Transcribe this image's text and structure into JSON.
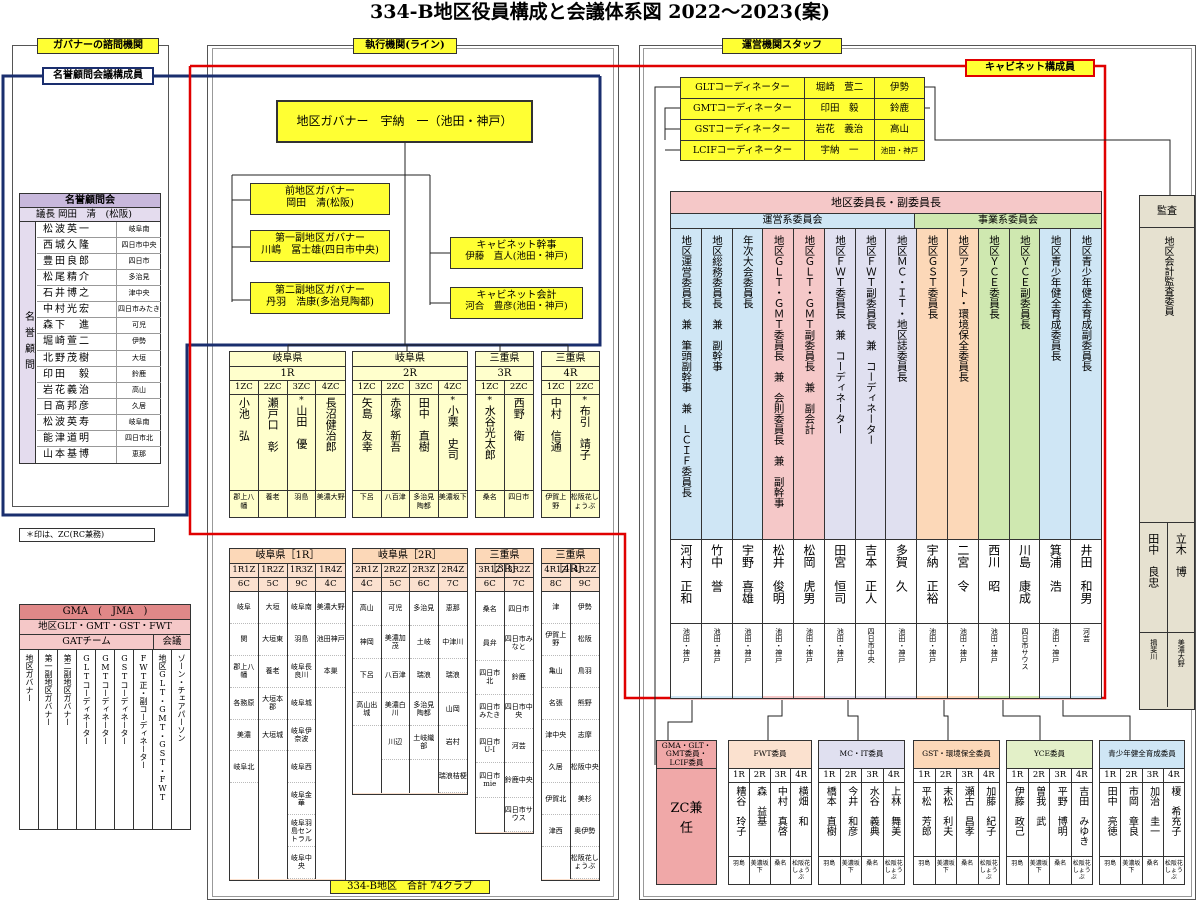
{
  "title": "334-B地区役員構成と会議体系図 2022～2023(案)",
  "headers": {
    "advisory": "ガバナーの諮問機関",
    "line": "執行機関(ライン)",
    "staff": "運営機関スタッフ",
    "cabinet": "キャビネット構成員"
  },
  "honor_council_label": "名誉顧問会議構成員",
  "governor": "地区ガバナー　宇納　一（池田・神戸）",
  "past_governor": {
    "title": "前地区ガバナー",
    "name": "岡田　清(松阪)"
  },
  "vdg1": {
    "title": "第一副地区ガバナー",
    "name": "川嶋　冨士雄(四日市中央)"
  },
  "vdg2": {
    "title": "第二副地区ガバナー",
    "name": "丹羽　浩康(多治見陶都)"
  },
  "secretary": {
    "title": "キャビネット幹事",
    "name": "伊藤　直人(池田・神戸)"
  },
  "treasurer": {
    "title": "キャビネット会計",
    "name": "河合　豊彦(池田・神戸)"
  },
  "honorary": {
    "title": "名誉顧問会",
    "chair": "議長 岡田　清　(松阪)",
    "side_label": "名誉顧問",
    "members": [
      {
        "name": "松波英一",
        "club": "岐阜南"
      },
      {
        "name": "西城久隆",
        "club": "四日市中央"
      },
      {
        "name": "豊田良郎",
        "club": "四日市"
      },
      {
        "name": "松尾精介",
        "club": "多治見"
      },
      {
        "name": "石井博之",
        "club": "津中央"
      },
      {
        "name": "中村光宏",
        "club": "四日市みたき"
      },
      {
        "name": "森下　進",
        "club": "可児"
      },
      {
        "name": "堀崎萱二",
        "club": "伊勢"
      },
      {
        "name": "北野茂樹",
        "club": "大垣"
      },
      {
        "name": "印田　毅",
        "club": "鈴鹿"
      },
      {
        "name": "岩花義治",
        "club": "高山"
      },
      {
        "name": "日高邦彦",
        "club": "久居"
      },
      {
        "name": "松波英寿",
        "club": "岐阜南"
      },
      {
        "name": "能津道明",
        "club": "四日市北"
      },
      {
        "name": "山本基博",
        "club": "恵那"
      }
    ]
  },
  "zc_note": "＊印は、ZC(RC兼務)",
  "coordinators": [
    {
      "role": "GLTコーディネーター",
      "name": "堀崎　萱二",
      "club": "伊勢"
    },
    {
      "role": "GMTコーディネーター",
      "name": "印田　毅",
      "club": "鈴鹿"
    },
    {
      "role": "GSTコーディネーター",
      "name": "岩花　義治",
      "club": "高山"
    },
    {
      "role": "LCIFコーディネーター",
      "name": "宇納　一",
      "club": "池田・神戸"
    }
  ],
  "committee": {
    "title": "地区委員長・副委員長",
    "ops": "運営系委員会",
    "biz": "事業系委員会",
    "cols": [
      {
        "role": "地区運営委員長　兼　筆頭副幹事　兼　ＬＣＩＦ委員長",
        "name": "河村　正和",
        "club": "池田・神戸"
      },
      {
        "role": "地区総務委員長　兼　副幹事",
        "name": "竹中　誉",
        "club": "池田・神戸"
      },
      {
        "role": "年次大会委員長",
        "name": "宇野　喜雄",
        "club": "池田・神戸"
      },
      {
        "role": "地区ＧＬＴ・ＧＭＴ委員長　兼　会則委員長　兼　副幹事",
        "name": "松井　俊明",
        "club": "池田・神戸"
      },
      {
        "role": "地区ＧＬＴ・ＧＭＴ副委員長　兼　副会計",
        "name": "松岡　虎男",
        "club": "池田・神戸"
      },
      {
        "role": "地区ＦＷＴ委員長　兼　コーディネーター",
        "name": "田宮　恒司",
        "club": "池田・神戸"
      },
      {
        "role": "地区ＦＷＴ副委員長　兼　コーディネーター",
        "name": "吉本　正人",
        "club": "四日市中央"
      },
      {
        "role": "地区ＭＣ・ＩＴ・地区誌委員長",
        "name": "多賀　久",
        "club": "池田・神戸"
      },
      {
        "role": "地区ＧＳＴ委員長",
        "name": "宇納　正裕",
        "club": "池田・神戸"
      },
      {
        "role": "地区アラート・環境保全委員長",
        "name": "二宮　令",
        "club": "池田・神戸"
      },
      {
        "role": "地区ＹＣＥ委員長",
        "name": "西川　昭",
        "club": "池田・神戸"
      },
      {
        "role": "地区ＹＣＥ副委員長",
        "name": "川島　康成",
        "club": "四日市サウス"
      },
      {
        "role": "地区青少年健全育成委員長",
        "name": "箕浦　浩",
        "club": "池田・神戸"
      },
      {
        "role": "地区青少年健全育成副委員長",
        "name": "井田　和男",
        "club": "河芸"
      }
    ]
  },
  "audit": {
    "title": "監査",
    "role": "地区会計監査委員",
    "names": [
      "立木　博",
      "田中　良忠"
    ],
    "clubs": [
      "美濃大野",
      "揖斐川"
    ]
  },
  "regions": [
    {
      "pref": "岐阜県",
      "r": "1R",
      "zones": [
        {
          "z": "1ZC",
          "name": "小池　弘",
          "club": "郡上八幡",
          "star": false
        },
        {
          "z": "2ZC",
          "name": "瀬戸口　彰",
          "club": "養老",
          "star": false
        },
        {
          "z": "3ZC",
          "name": "山田　優",
          "club": "羽島",
          "star": true
        },
        {
          "z": "4ZC",
          "name": "長沼健治郎",
          "club": "美濃大野",
          "star": false
        }
      ]
    },
    {
      "pref": "岐阜県",
      "r": "2R",
      "zones": [
        {
          "z": "1ZC",
          "name": "矢島　友幸",
          "club": "下呂",
          "star": false
        },
        {
          "z": "2ZC",
          "name": "赤塚　新吾",
          "club": "八百津",
          "star": false
        },
        {
          "z": "3ZC",
          "name": "田中　直樹",
          "club": "多治見陶都",
          "star": false
        },
        {
          "z": "4ZC",
          "name": "小栗　史司",
          "club": "美濃坂下",
          "star": true
        }
      ]
    },
    {
      "pref": "三重県",
      "r": "3R",
      "zones": [
        {
          "z": "1ZC",
          "name": "水谷光太郎",
          "club": "桑名",
          "star": true
        },
        {
          "z": "2ZC",
          "name": "西野　衛",
          "club": "四日市",
          "star": false
        }
      ]
    },
    {
      "pref": "三重県",
      "r": "4R",
      "zones": [
        {
          "z": "1ZC",
          "name": "中村　信通",
          "club": "伊賀上野",
          "star": false
        },
        {
          "z": "2ZC",
          "name": "布引　靖子",
          "club": "松阪花しょうぶ",
          "star": true
        }
      ]
    }
  ],
  "clubs": [
    {
      "title": "岐阜県［1R］",
      "zones": [
        "1R1Z",
        "1R2Z",
        "1R3Z",
        "1R4Z"
      ],
      "counts": [
        "6C",
        "5C",
        "9C",
        "4C"
      ],
      "cols": [
        [
          "岐阜",
          "関",
          "郡上八幡",
          "各務原",
          "美濃",
          "岐阜北"
        ],
        [
          "大垣",
          "大垣東",
          "養老",
          "大垣本郡",
          "大垣城"
        ],
        [
          "岐阜南",
          "羽島",
          "岐阜長良川",
          "岐阜城",
          "岐阜伊奈波",
          "岐阜西",
          "岐阜金華",
          "岐阜羽島セントラル",
          "岐阜中央"
        ],
        [
          "美濃大野",
          "池田神戸",
          "本巣"
        ]
      ]
    },
    {
      "title": "岐阜県［2R］",
      "zones": [
        "2R1Z",
        "2R2Z",
        "2R3Z",
        "2R4Z"
      ],
      "counts": [
        "4C",
        "5C",
        "6C",
        "7C"
      ],
      "cols": [
        [
          "高山",
          "神岡",
          "下呂",
          "高山出城"
        ],
        [
          "可児",
          "美濃加茂",
          "八百津",
          "美濃白川",
          "川辺"
        ],
        [
          "多治見",
          "土岐",
          "瑞浪",
          "多治見陶都",
          "土岐織部"
        ],
        [
          "恵那",
          "中津川",
          "瑞浪",
          "山岡",
          "岩村",
          "瑞浪桔梗"
        ]
      ]
    },
    {
      "title": "三重県［3R］",
      "zones": [
        "3R1Z",
        "3R2Z"
      ],
      "counts": [
        "6C",
        "7C"
      ],
      "cols": [
        [
          "桑名",
          "員弁",
          "四日市北",
          "四日市みたき",
          "四日市U-I",
          "四日市mie"
        ],
        [
          "四日市",
          "四日市みなと",
          "鈴鹿",
          "四日市中央",
          "河芸",
          "鈴鹿中央",
          "四日市サウス"
        ]
      ]
    },
    {
      "title": "三重県［4R］",
      "zones": [
        "4R1Z",
        "4R2Z"
      ],
      "counts": [
        "8C",
        "9C"
      ],
      "cols": [
        [
          "津",
          "伊賀上野",
          "亀山",
          "名張",
          "津中央",
          "久居",
          "伊賀北",
          "津西"
        ],
        [
          "伊勢",
          "松阪",
          "鳥羽",
          "熊野",
          "志摩",
          "松阪中央",
          "美杉",
          "奥伊勢",
          "松阪花しょうぶ"
        ]
      ]
    }
  ],
  "total": "334-B地区　合計 74クラブ",
  "gma": {
    "title": "GMA　(　JMA　)",
    "sub": "地区GLT・GMT・GST・FWT",
    "team": "GATチーム",
    "council": "会議",
    "cols": [
      "地区ガバナー",
      "第一副地区ガバナー",
      "第二副地区ガバナー",
      "GLTコーディネーター",
      "GMTコーディネーター",
      "GSTコーディネーター",
      "FWT正・副コーディネーター",
      "地区GLT・GMT・GST・FWT",
      "ゾーン・チェアパーソン"
    ]
  },
  "sub_committees": [
    {
      "title": "GMA・GLT・GMT委員・LCIF委員",
      "zc": "ZC兼任"
    },
    {
      "title": "FWT委員",
      "names": [
        "糟谷　玲子",
        "森　益基",
        "中村　真啓",
        "横畑　和"
      ],
      "clubs": [
        "羽島",
        "美濃坂下",
        "桑名",
        "松阪花しょうぶ"
      ]
    },
    {
      "title": "MC・IT委員",
      "names": [
        "橋本　直樹",
        "今井　和彦",
        "水谷　義典",
        "上林　舞美"
      ],
      "clubs": [
        "羽島",
        "美濃坂下",
        "桑名",
        "松阪花しょうぶ"
      ]
    },
    {
      "title": "GST・環境保全委員",
      "names": [
        "平松　芳郎",
        "末松　利夫",
        "瀬古　昌孝",
        "加藤　紀子"
      ],
      "clubs": [
        "羽島",
        "美濃坂下",
        "桑名",
        "松阪花しょうぶ"
      ]
    },
    {
      "title": "YCE委員",
      "names": [
        "伊藤　政己",
        "曽我　武",
        "平野　博明",
        "吉田　みゆき"
      ],
      "clubs": [
        "羽島",
        "美濃坂下",
        "桑名",
        "松阪花しょうぶ"
      ]
    },
    {
      "title": "青少年健全育成委員",
      "names": [
        "田中　亮徳",
        "市岡　章良",
        "加治　圭一",
        "榎　希充子"
      ],
      "clubs": [
        "羽島",
        "美濃坂下",
        "桑名",
        "松阪花しょうぶ"
      ]
    }
  ],
  "sub_r": [
    "1R",
    "2R",
    "3R",
    "4R"
  ],
  "colors": {
    "yellow": "#ffff33",
    "cream": "#ffffcc",
    "purple": "#c8b8dc",
    "blue": "#cfe6f5",
    "green": "#cfe8b0",
    "pink": "#f5c8c8",
    "orange": "#fcd8b8",
    "red": "#e00000",
    "navy": "#1a2e6e",
    "peach": "#fbe1cf"
  }
}
